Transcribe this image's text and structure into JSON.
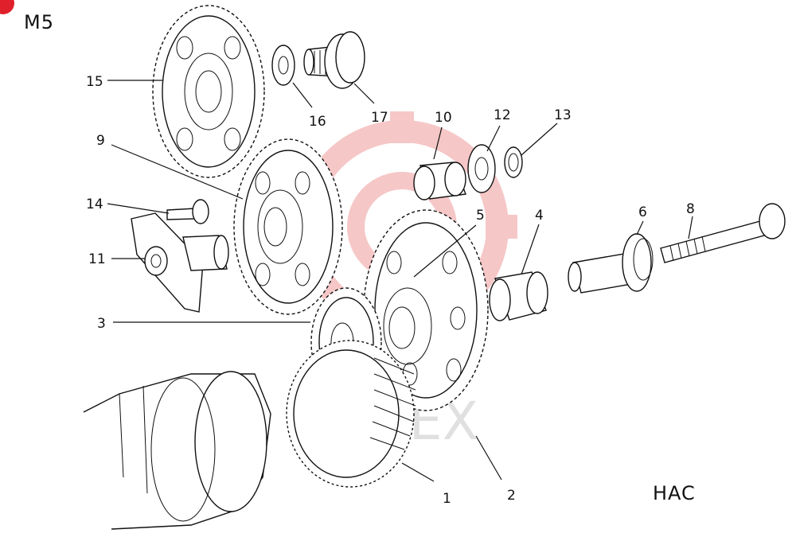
{
  "diagram": {
    "model_code": "M5",
    "variant_code": "HAC",
    "watermark_text": "VMPEX",
    "watermark_color": "#e23b3b",
    "corner_badge_color": "#e0202a",
    "part_labels": [
      "15",
      "16",
      "17",
      "10",
      "12",
      "13",
      "9",
      "14",
      "5",
      "4",
      "6",
      "8",
      "11",
      "3",
      "1",
      "2"
    ]
  }
}
